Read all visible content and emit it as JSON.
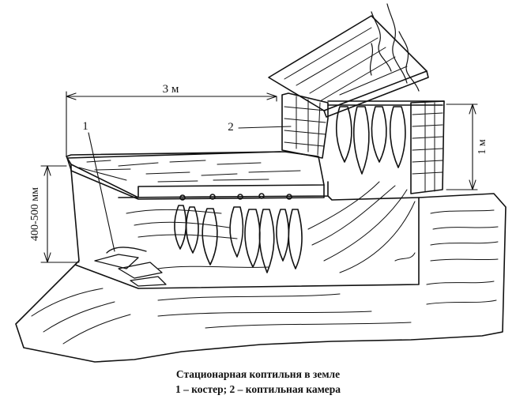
{
  "labels": {
    "width": "3 м",
    "depth": "400-500 мм",
    "height": "1 м",
    "marker_fire": "1",
    "marker_chamber": "2"
  },
  "caption": {
    "line1": "Стационарная коптильня в земле",
    "line2": "1 – костер; 2 – коптильная камера"
  },
  "icons": {
    "fish": "fish-icon",
    "smoke": "smoke-icon",
    "fire": "campfire-icon"
  }
}
